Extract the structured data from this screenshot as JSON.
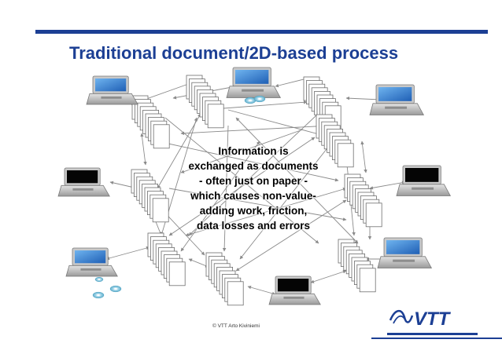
{
  "slide": {
    "title": "Traditional document/2D-based process",
    "center_text_lines": [
      "Information is",
      "exchanged as documents",
      "- often just on paper -",
      "which causes non-value-",
      "adding work, friction,",
      "data losses and errors"
    ],
    "copyright": "© VTT Arto Kiviniemi",
    "logo_text": "VTT"
  },
  "colors": {
    "brand_blue": "#1c3f94",
    "arrow_gray": "#8a8a8a",
    "paper_stroke": "#6d6d6d",
    "screen_blue": "#3a7fd0",
    "screen_black": "#050505"
  },
  "icons": {
    "laptop": "laptop-icon",
    "document_stack": "document-stack-icon",
    "cd": "cd-icon"
  }
}
